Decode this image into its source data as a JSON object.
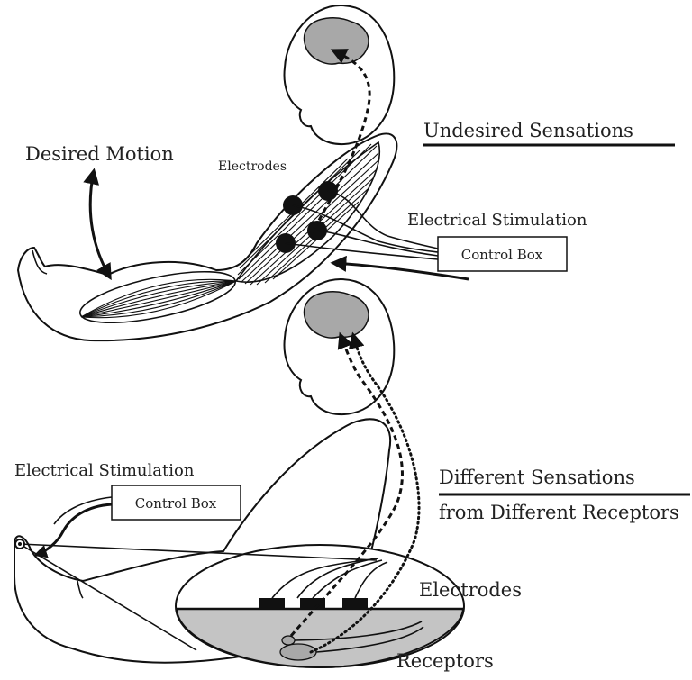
{
  "labels": {
    "desired_motion": "Desired Motion",
    "electrodes_top": "Electrodes",
    "undesired_sensations": "Undesired Sensations",
    "electrical_stimulation_top": "Electrical Stimulation",
    "control_box_top": "Control Box",
    "electrical_stimulation_bottom": "Electrical Stimulation",
    "control_box_bottom": "Control Box",
    "different_sensations_line1": "Different Sensations",
    "different_sensations_line2": "from Different Receptors",
    "electrodes_bottom": "Electrodes",
    "receptors": "Receptors"
  },
  "colors": {
    "ink": "#111111",
    "brain_fill": "#a8a8a8",
    "skin_fill": "#c4c4c4",
    "background": "#ffffff"
  }
}
